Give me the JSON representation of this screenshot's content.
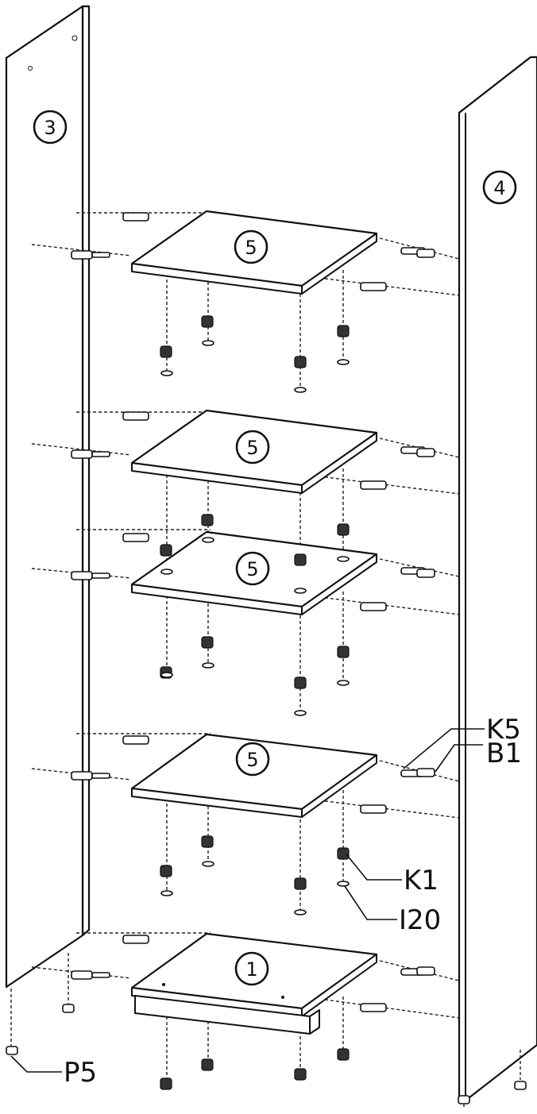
{
  "part_numbers": {
    "left_side": "3",
    "right_side": "4",
    "shelf_1": "5",
    "shelf_2": "5",
    "shelf_3": "5",
    "shelf_4": "5",
    "bottom": "1"
  },
  "hardware_labels": {
    "k5": "K5",
    "b1": "B1",
    "k1": "K1",
    "i20": "I20",
    "p5": "P5"
  }
}
